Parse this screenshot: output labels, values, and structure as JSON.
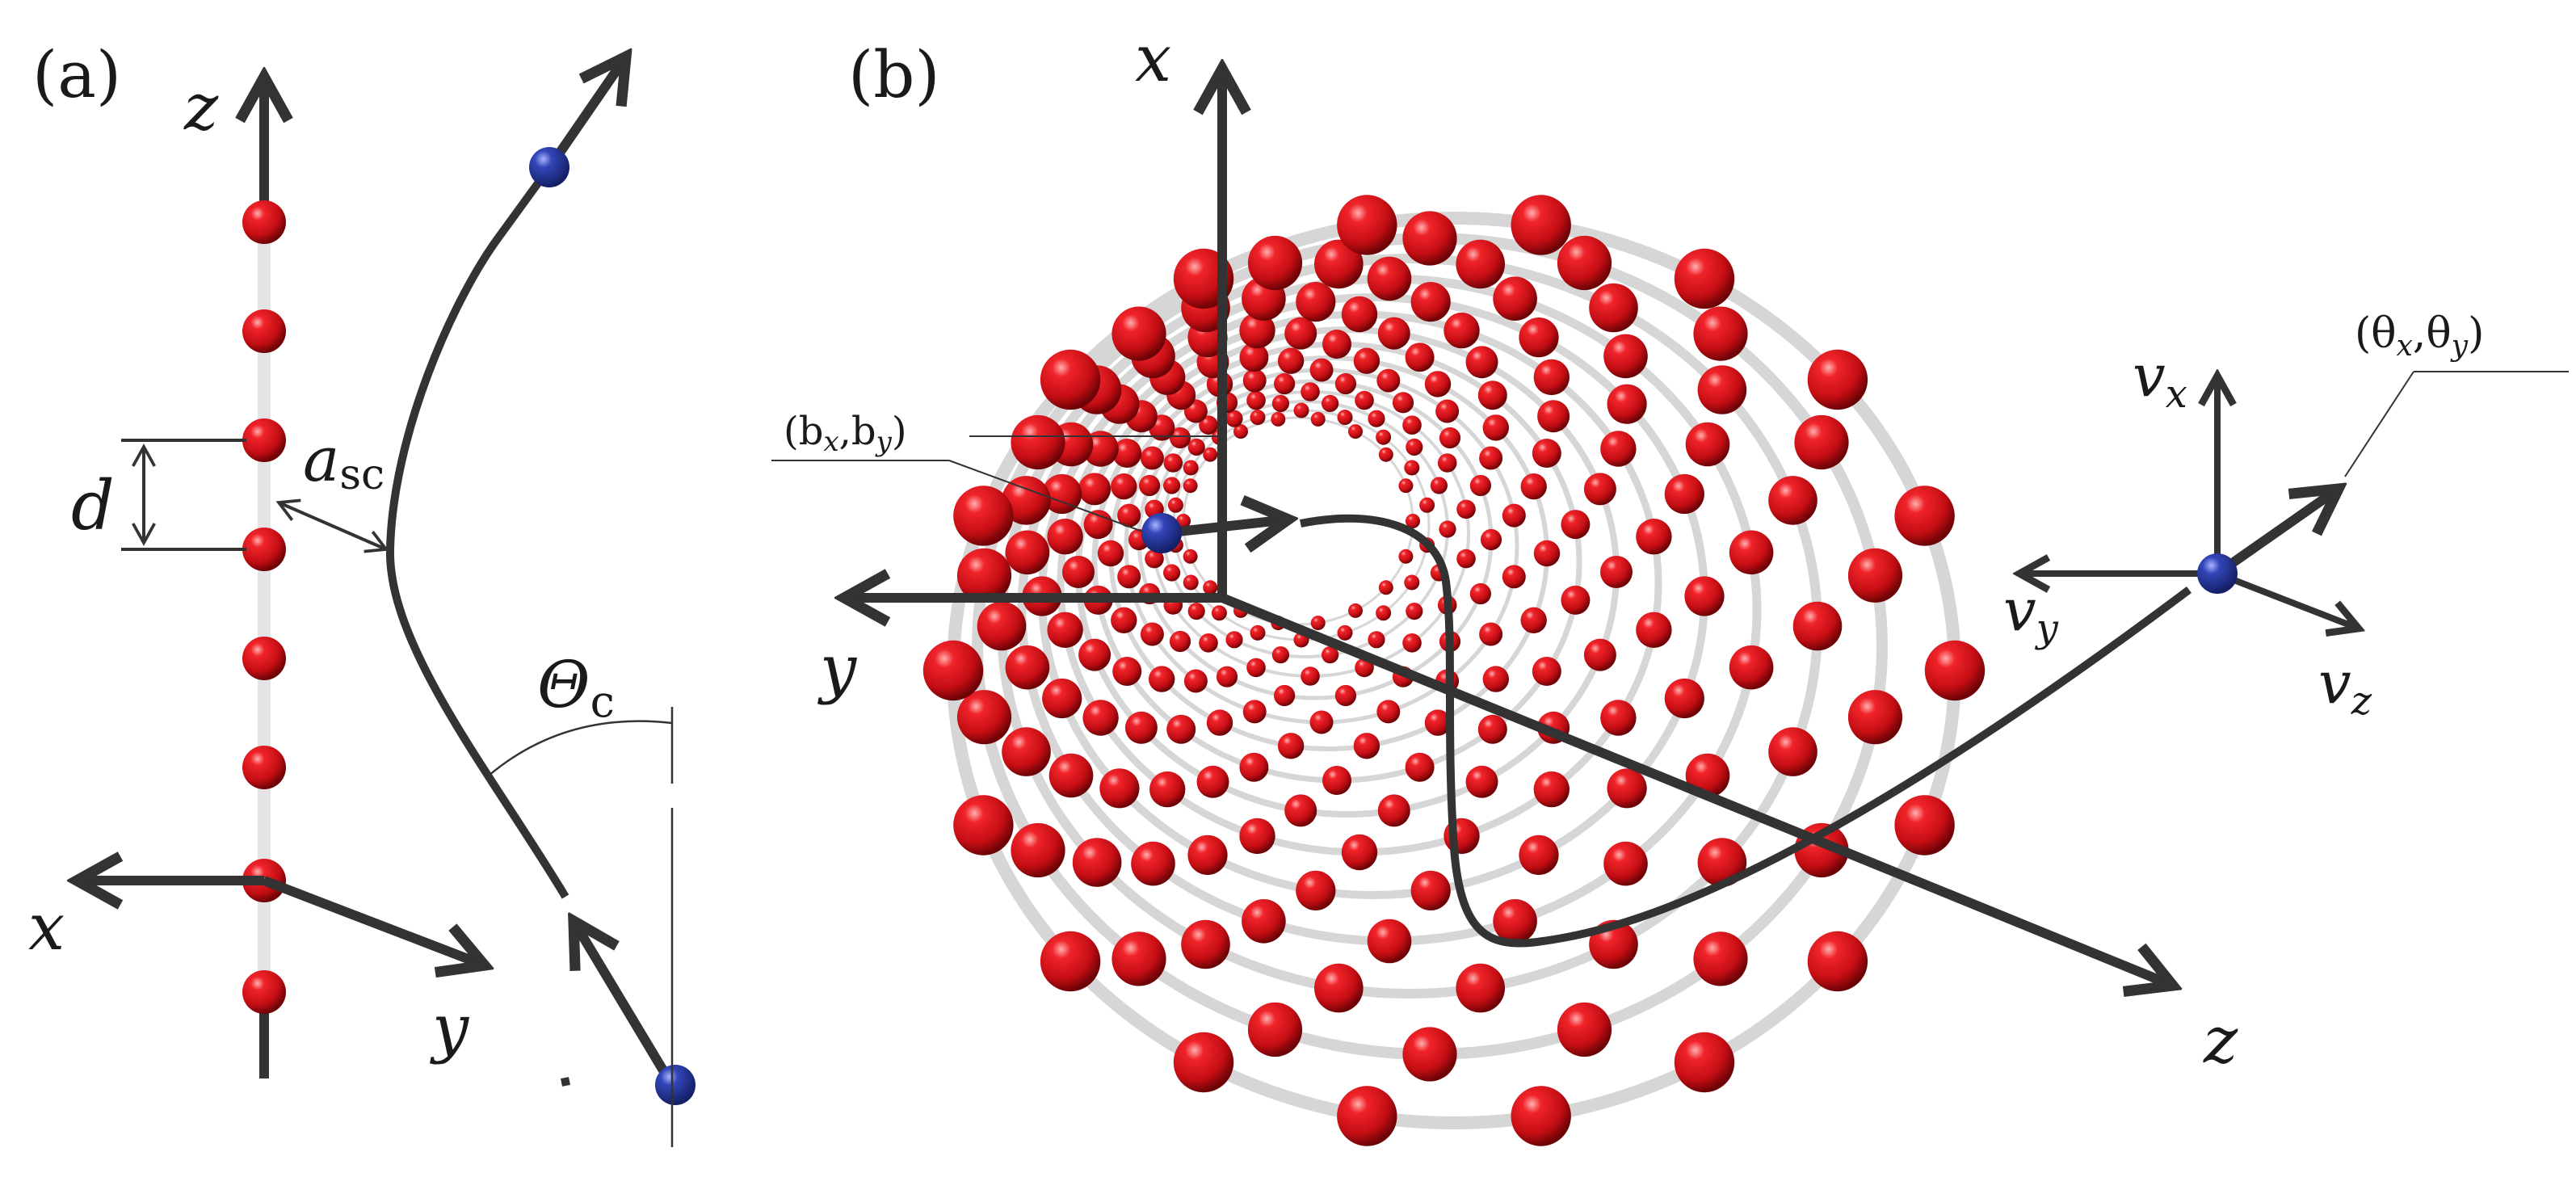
{
  "panel_a": {
    "tag": "(a)",
    "axis_z": "z",
    "axis_x": "x",
    "axis_y": "y",
    "spacing_label": "d",
    "screening_label": "a",
    "screening_sub": "sc",
    "angle_label": "Θ",
    "angle_sub": "c"
  },
  "panel_b": {
    "tag": "(b)",
    "axis_x": "x",
    "axis_y": "y",
    "axis_z": "z",
    "impact_label": "(b",
    "impact_sub_x": "x",
    "impact_mid": ",b",
    "impact_sub_y": "y",
    "impact_end": ")",
    "vel_x": "v",
    "vel_x_sub": "x",
    "vel_y": "v",
    "vel_y_sub": "y",
    "vel_z": "v",
    "vel_z_sub": "z",
    "angles_open": "(θ",
    "angles_sub_x": "x",
    "angles_mid": ",θ",
    "angles_sub_y": "y",
    "angles_close": ")"
  },
  "colors": {
    "atom": "#d9141b",
    "projectile": "#2e3fa3",
    "bond": "#cfcfcf",
    "ink": "#333333"
  },
  "icons": [
    "atom-sphere",
    "projectile-sphere",
    "axis-arrow"
  ]
}
